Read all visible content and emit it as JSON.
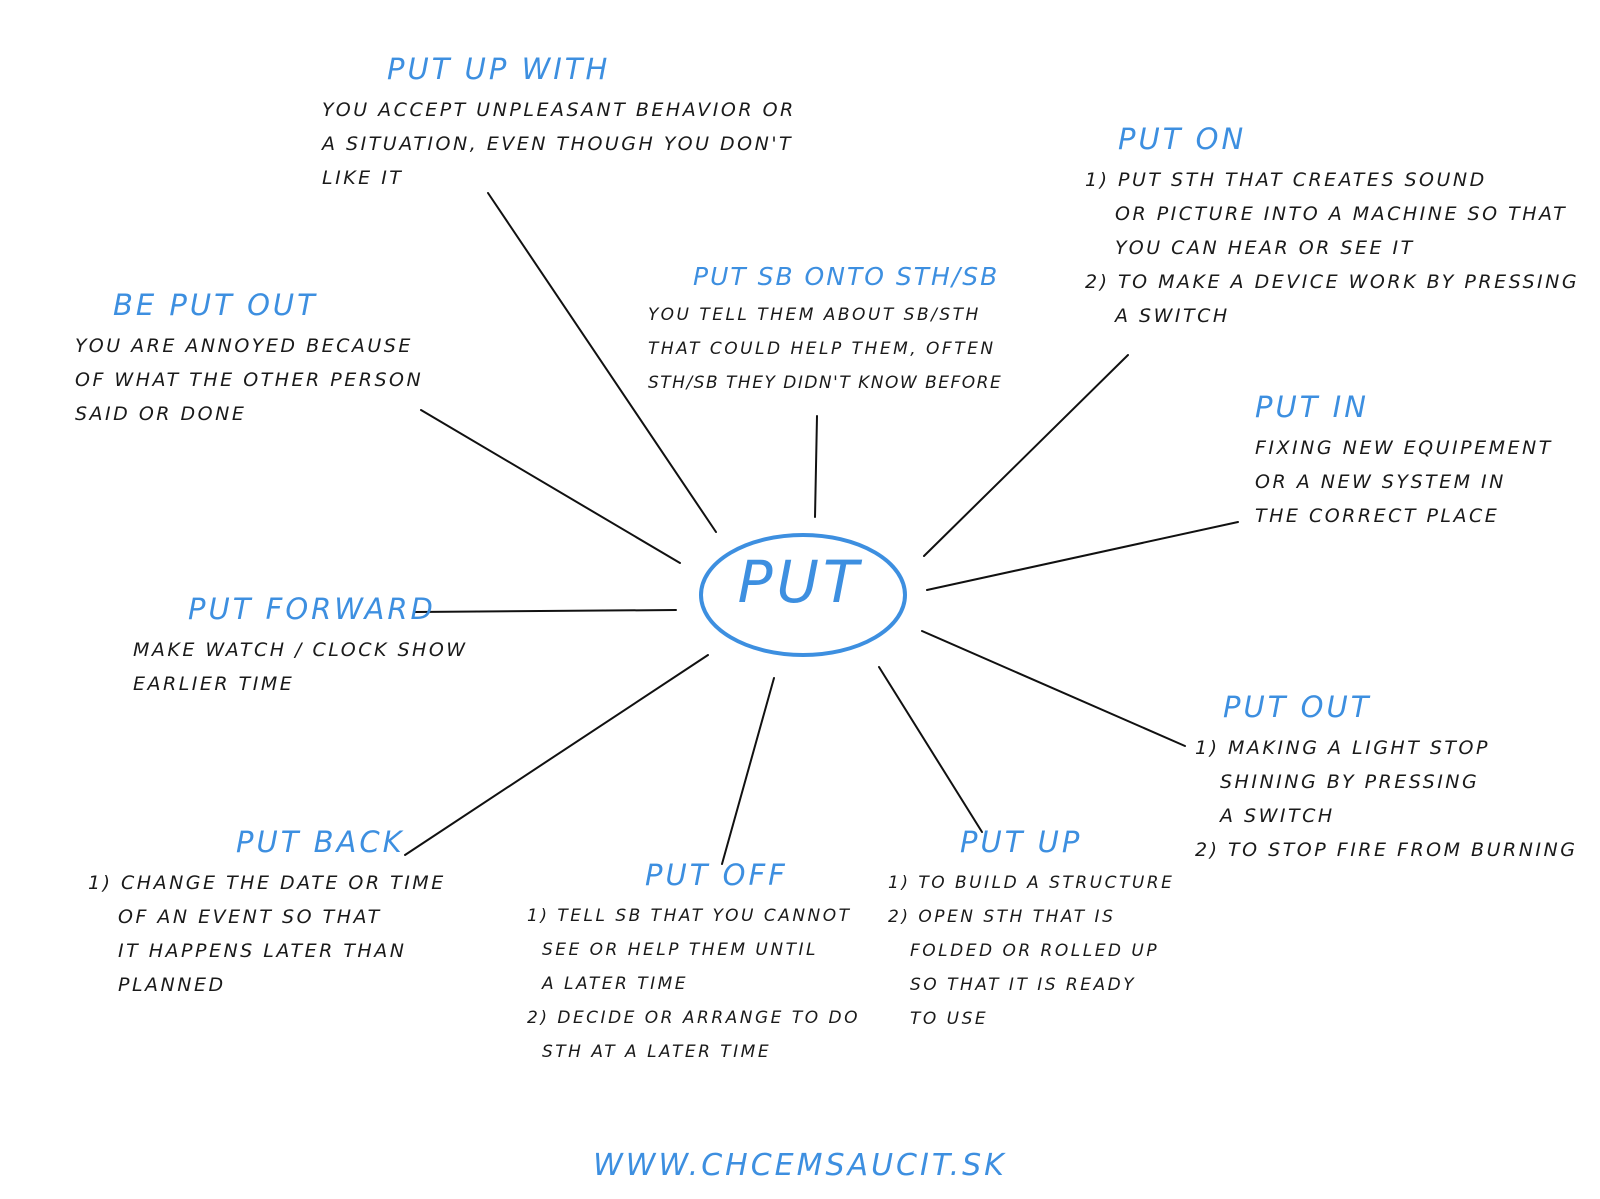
{
  "center": {
    "label": "PUT"
  },
  "nodes": {
    "put_up_with": {
      "title": "PUT UP WITH",
      "lines": [
        "YOU ACCEPT UNPLEASANT BEHAVIOR OR",
        "A SITUATION, EVEN THOUGH YOU DON'T",
        "LIKE IT"
      ]
    },
    "put_on": {
      "title": "PUT ON",
      "lines": [
        "1) PUT STH THAT CREATES SOUND",
        "OR PICTURE INTO A MACHINE SO THAT",
        "YOU CAN HEAR OR SEE IT",
        "2) TO MAKE A DEVICE WORK BY PRESSING",
        "A SWITCH"
      ]
    },
    "put_sb_onto": {
      "title": "PUT SB ONTO STH/SB",
      "lines": [
        "YOU TELL THEM ABOUT SB/STH",
        "THAT COULD HELP THEM, OFTEN",
        "STH/SB THEY DIDN'T KNOW BEFORE"
      ]
    },
    "be_put_out": {
      "title": "BE PUT OUT",
      "lines": [
        "YOU ARE ANNOYED BECAUSE",
        "OF WHAT THE OTHER PERSON",
        "SAID OR DONE"
      ]
    },
    "put_in": {
      "title": "PUT IN",
      "lines": [
        "FIXING NEW EQUIPEMENT",
        "OR A NEW SYSTEM IN",
        "THE CORRECT PLACE"
      ]
    },
    "put_forward": {
      "title": "PUT FORWARD",
      "lines": [
        "MAKE WATCH / CLOCK SHOW",
        "EARLIER TIME"
      ]
    },
    "put_out": {
      "title": "PUT OUT",
      "lines": [
        "1) MAKING A LIGHT STOP",
        "SHINING BY PRESSING",
        "A SWITCH",
        "2) TO STOP FIRE FROM BURNING"
      ]
    },
    "put_back": {
      "title": "PUT BACK",
      "lines": [
        "1) CHANGE THE DATE OR TIME",
        "OF AN EVENT SO THAT",
        "IT HAPPENS LATER THAN",
        "PLANNED"
      ]
    },
    "put_off": {
      "title": "PUT OFF",
      "lines": [
        "1) TELL SB THAT YOU CANNOT",
        "SEE OR HELP THEM UNTIL",
        "A LATER TIME",
        "2) DECIDE OR ARRANGE TO DO",
        "STH AT A LATER TIME"
      ]
    },
    "put_up": {
      "title": "PUT UP",
      "lines": [
        "1) TO BUILD A STRUCTURE",
        "2) OPEN STH THAT IS",
        "FOLDED OR ROLLED UP",
        "SO THAT IT IS READY",
        "TO USE"
      ]
    }
  },
  "footer": {
    "url": "WWW.CHCEMSAUCIT.SK"
  },
  "colors": {
    "accent": "#3d8fe0",
    "ink": "#1a1a1a"
  }
}
